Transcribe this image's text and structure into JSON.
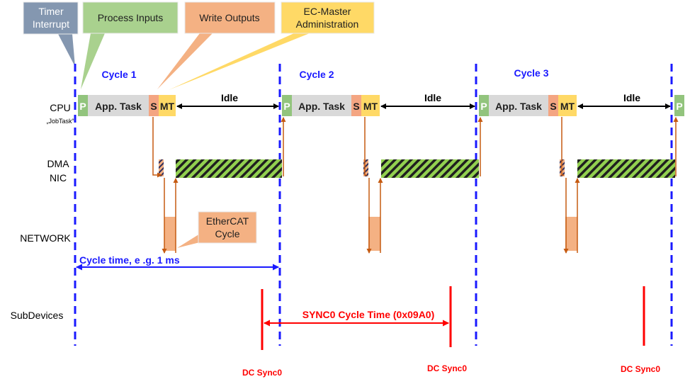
{
  "callouts": {
    "timer_line1": "Timer",
    "timer_line2": "Interrupt",
    "process_inputs": "Process Inputs",
    "write_outputs": "Write Outputs",
    "master_line1": "EC-Master",
    "master_line2": "Administration",
    "ethercat_line1": "EtherCAT",
    "ethercat_line2": "Cycle"
  },
  "cycles": [
    {
      "label": "Cycle 1"
    },
    {
      "label": "Cycle 2"
    },
    {
      "label": "Cycle 3"
    }
  ],
  "row_labels": {
    "cpu": "CPU",
    "cpu_sub": "„JobTask“",
    "dma": "DMA",
    "nic": "NIC",
    "network": "NETWORK",
    "subdevices": "SubDevices"
  },
  "task_blocks": {
    "p": "P",
    "app": "App. Task",
    "s": "S",
    "mt": "MT",
    "idle": "Idle"
  },
  "cycle_time_label": "Cycle time, e .g. 1 ms",
  "sync0_label": "SYNC0 Cycle Time (0x09A0)",
  "dc_sync_label": "DC Sync0",
  "colors": {
    "dashed_line": "#1a1aff",
    "cycle_label": "#1a1aff",
    "p_block": "#92c47d",
    "app_block": "#d9d9d9",
    "s_block": "#f4a582",
    "mt_block": "#ffd966",
    "timer_callout": "#8497b0",
    "process_callout": "#a9d18e",
    "write_callout": "#f4b183",
    "master_callout": "#ffd966",
    "ethercat_callout": "#f4b183",
    "dma_hatch": "#92d050",
    "arrow_brown": "#c55a11",
    "network_fill": "#f4b183",
    "sync_red": "#ff0000"
  }
}
